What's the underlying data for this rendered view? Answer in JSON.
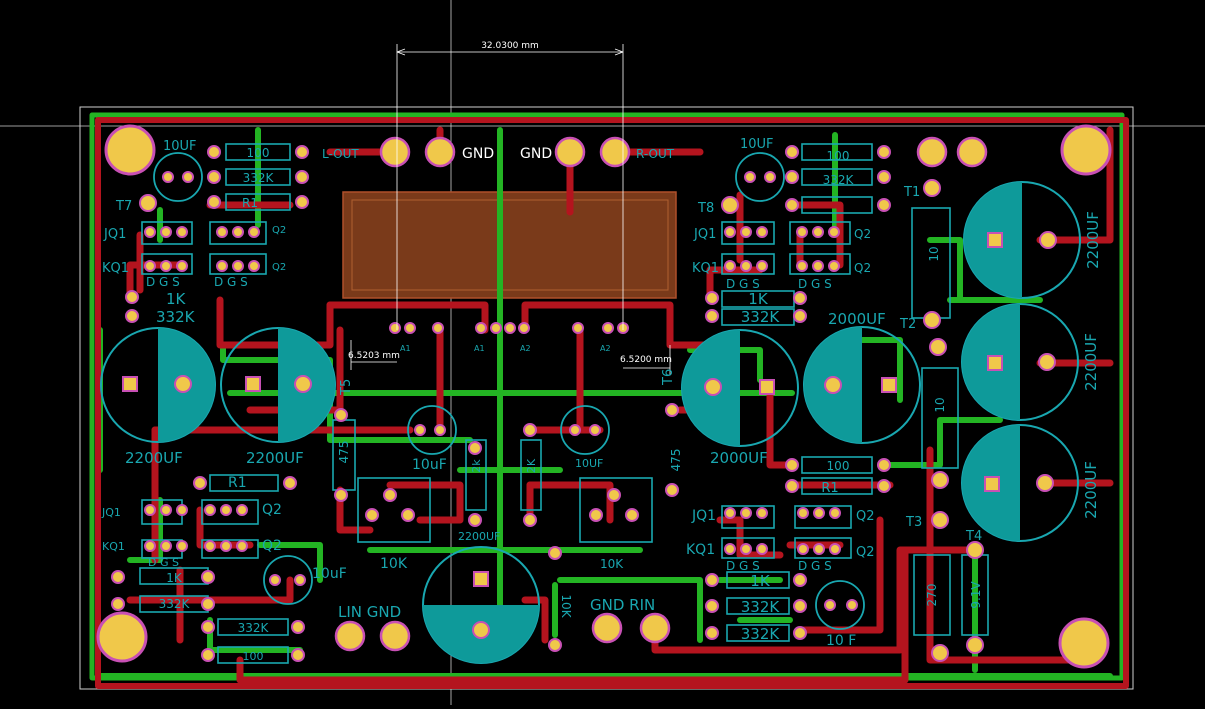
{
  "colors": {
    "background": "#000000",
    "top_copper": "#b4141e",
    "bottom_copper": "#23b423",
    "silkscreen": "#19a7b0",
    "pad": "#f0c84a",
    "pad_ring": "#c850b4",
    "capacitor_fill": "#0e9a9a",
    "heatsink": "#7a3a1a",
    "dimension": "#ffffff",
    "outline": "#d0d0d0"
  },
  "dimensions": {
    "top": "32.0300 mm",
    "left": "6.5203 mm",
    "right": "6.5200 mm"
  },
  "labels": {
    "c_10uf_tl": "10UF",
    "r_100_tl": "100",
    "r_332k_tl": "332K",
    "r_r1_tl": "R1",
    "t7": "T7",
    "jq1_tl": "JQ1",
    "kq1_tl": "KQ1",
    "q2_tl_a": "Q2",
    "q2_tl_b": "Q2",
    "dgs_tl_a": "D G S",
    "dgs_tl_b": "D G S",
    "r_1k_tl": "1K",
    "r_332k_tl2": "332K",
    "gnd_left": "GND",
    "gnd_right": "GND",
    "c_10uf_tr": "10UF",
    "r_100_tr": "100",
    "r_332k_tr": "332K",
    "t8": "T8",
    "jq1_tr": "JQ1",
    "kq1_tr": "KQ1",
    "q2_tr_a": "Q2",
    "q2_tr_b": "Q2",
    "dgs_tr_a": "D G S",
    "dgs_tr_b": "D G S",
    "r_1k_tr": "1K",
    "r_332k_tr2": "332K",
    "t1": "T1",
    "t2": "T2",
    "t3": "T3",
    "t4": "T4",
    "t5": "T5",
    "t6": "T6",
    "c_2200uf_l1": "2200UF",
    "c_2200uf_l2": "2200UF",
    "c_2000uf_r1": "2000UF",
    "c_2000uf_r2": "2000UF",
    "c_2200uf_v1": "2200UF",
    "c_2200uf_v2": "2200UF",
    "c_2200uf_v3": "2200UF",
    "r_10_top": "10",
    "r_10_mid": "10",
    "r_475_l": "475",
    "r_475_r": "475",
    "c_10uf_ml": "10uF",
    "c_10uf_mr": "10UF",
    "r_2k_l": "2k",
    "r_2k_r": "2K",
    "pot_10k_l": "10K",
    "pot_10k_r": "10K",
    "c_2200uf_center": "2200UF",
    "r_1k_bl": "1K",
    "r_332k_bl": "332K",
    "r_332k_bl2": "332K",
    "r_100_bl": "100",
    "r_r1_bl": "R1",
    "jq1_bl": "JQ1",
    "kq1_bl": "KQ1",
    "q2_bl_a": "Q2",
    "q2_bl_b": "Q2",
    "dgs_bl": "D G S",
    "c_10uf_bl": "10uF",
    "lin_gnd": "LIN GND",
    "gnd_rin": "GND RIN",
    "r_10k_center": "10K",
    "r_100_br": "100",
    "r_r1_br": "R1",
    "jq1_br": "JQ1",
    "kq1_br": "KQ1",
    "q2_br_a": "Q2",
    "q2_br_b": "Q2",
    "dgs_br_a": "D G S",
    "dgs_br_b": "D G S",
    "r_1k_br": "1K",
    "r_332k_br": "332K",
    "r_332k_br2": "332K",
    "c_10uf_br": "10 F",
    "r_270": "270",
    "z_9v1": "9.1V",
    "lout": "L-OUT",
    "rout": "R-OUT",
    "hs_a1": "A1",
    "hs_a2": "A2",
    "hs_b1": "A1",
    "hs_b2": "A2"
  }
}
